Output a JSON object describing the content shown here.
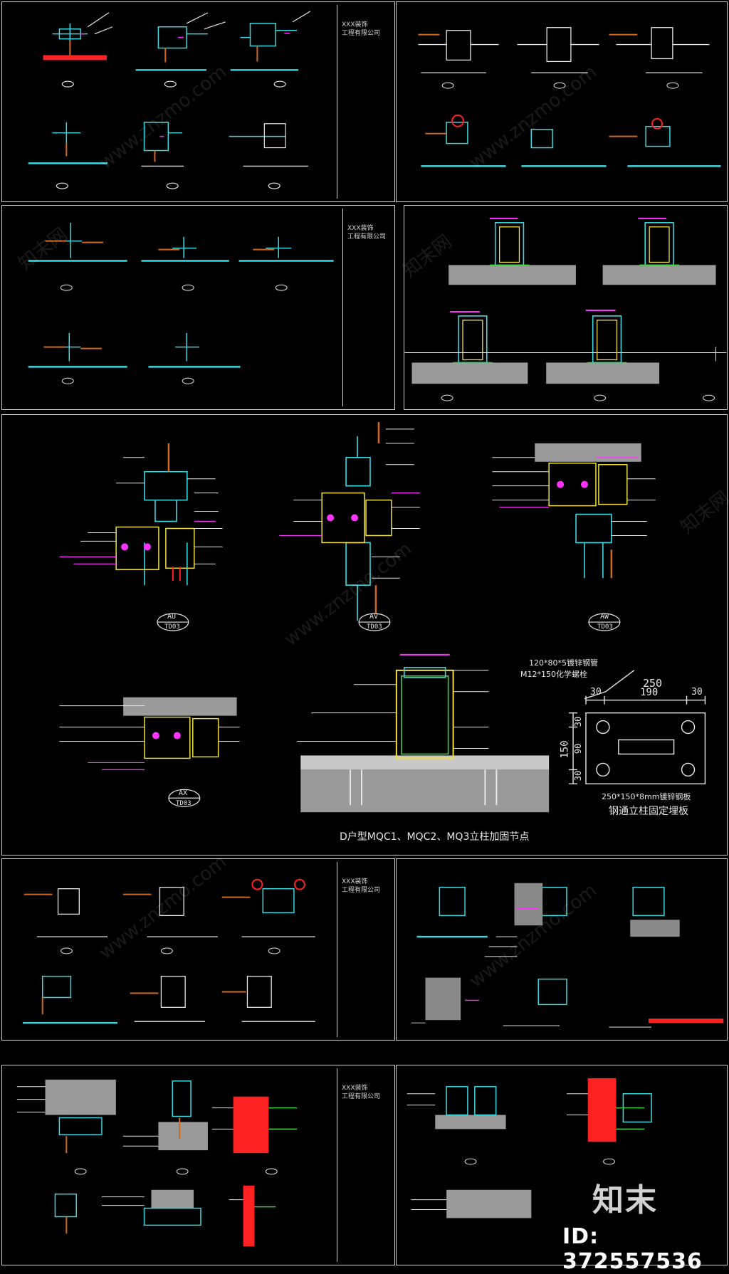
{
  "title_block": {
    "company": "XXX装饰\n工程有限公司"
  },
  "center_drawing": {
    "caption": "D户型MQC1、MQC2、MQ3立柱加固节点",
    "plate_title": "钢通立柱固定埋板",
    "plate_spec": "250*150*8mm镀锌钢板",
    "tube_spec": "120*80*5镀锌钢管",
    "bolt_spec": "M12*150化学螺栓",
    "dims": {
      "width_total": "250",
      "w_left": "30",
      "w_mid": "190",
      "w_right": "30",
      "height_total": "150",
      "h_top": "30",
      "h_mid": "90",
      "h_bot": "30"
    },
    "detail_marks": [
      {
        "top": "AU",
        "bottom": "TD03"
      },
      {
        "top": "AV",
        "bottom": "TD03"
      },
      {
        "top": "AW",
        "bottom": "TD03"
      },
      {
        "top": "AX",
        "bottom": "TD03"
      }
    ]
  },
  "watermark": {
    "logo": "知末",
    "id_text": "ID: 372557536",
    "site": "www.znzmo.com",
    "cn": "知末网"
  },
  "colors": {
    "background": "#000000",
    "cyan": "#3fd8e0",
    "white": "#e8e8e8",
    "magenta": "#ff33ff",
    "red": "#ff2222",
    "orange": "#d2691e",
    "yellow": "#f0e040",
    "green": "#40d040"
  }
}
